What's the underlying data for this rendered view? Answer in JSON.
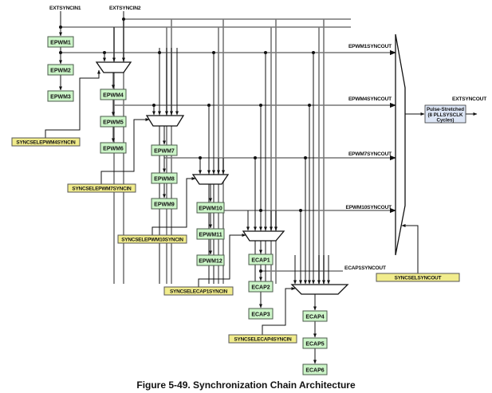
{
  "figure": {
    "caption": "Figure 5-49. Synchronization Chain Architecture"
  },
  "colors": {
    "block_fill": "#ccf5c8",
    "block_stroke": "#4b5b4b",
    "select_fill": "#f1ec8c",
    "select_stroke": "#555555",
    "stretcher_fill": "#dde6f6",
    "wire_gray": "#777777",
    "wire_black": "#111111"
  },
  "inputs": {
    "extsyncin1": "EXTSYNCIN1",
    "extsyncin2": "EXTSYNCIN2"
  },
  "blocks": {
    "epwm1": "EPWM1",
    "epwm2": "EPWM2",
    "epwm3": "EPWM3",
    "epwm4": "EPWM4",
    "epwm5": "EPWM5",
    "epwm6": "EPWM6",
    "epwm7": "EPWM7",
    "epwm8": "EPWM8",
    "epwm9": "EPWM9",
    "epwm10": "EPWM10",
    "epwm11": "EPWM11",
    "epwm12": "EPWM12",
    "ecap1": "ECAP1",
    "ecap2": "ECAP2",
    "ecap3": "ECAP3",
    "ecap4": "ECAP4",
    "ecap5": "ECAP5",
    "ecap6": "ECAP6"
  },
  "selects": {
    "epwm4": "SYNCSELEPWM4SYNCIN",
    "epwm7": "SYNCSELEPWM7SYNCIN",
    "epwm10": "SYNCSELEPWM10SYNCIN",
    "ecap1": "SYNCSELECAP1SYNCIN",
    "ecap4": "SYNCSELECAP4SYNCIN",
    "syncout": "SYNCSELSYNCOUT"
  },
  "syncouts": {
    "epwm1": "EPWM1SYNCOUT",
    "epwm4": "EPWM4SYNCOUT",
    "epwm7": "EPWM7SYNCOUT",
    "epwm10": "EPWM10SYNCOUT",
    "ecap1": "ECAP1SYNCOUT"
  },
  "output": {
    "extsyncout": "EXTSYNCOUT",
    "stretcher_line1": "Pulse-Stretched",
    "stretcher_line2": "(8 PLLSYSCLK",
    "stretcher_line3": "Cycles)"
  }
}
